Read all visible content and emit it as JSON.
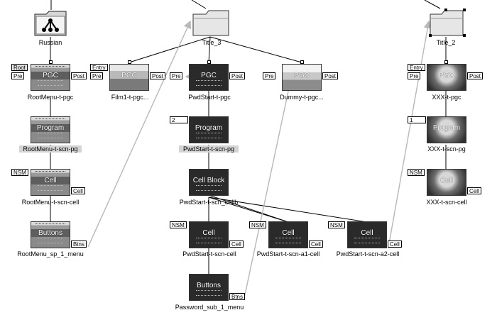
{
  "folders": {
    "russian": "Russian",
    "title3": "Title_3",
    "title2": "Title_2"
  },
  "nodes": {
    "rootmenu_pgc": {
      "caption": "PGC",
      "label": "RootMenu-t-pgc",
      "ports": [
        "Root",
        "Pre",
        "Post"
      ]
    },
    "film1_pgc": {
      "caption": "PGC",
      "label": "Film1-t-pgc...",
      "ports": [
        "Entry",
        "Pre",
        "Post"
      ]
    },
    "pwdstart_pgc": {
      "caption": "PGC",
      "label": "PwdStart-t-pgc",
      "ports": [
        "Pre",
        "Post"
      ]
    },
    "dummy_pgc": {
      "caption": "PGC",
      "label": "Dummy-t-pgc...",
      "ports": [
        "Pre",
        "Post"
      ]
    },
    "xxx_pgc": {
      "caption": "PGC",
      "label": "XXX-t-pgc",
      "ports": [
        "Entry",
        "Pre",
        "Post"
      ]
    },
    "rootmenu_pg": {
      "caption": "Program",
      "label": "RootMenu-t-scn-pg"
    },
    "pwdstart_pg": {
      "caption": "Program",
      "label": "PwdStart-t-scn-pg",
      "ports": [
        "2"
      ]
    },
    "xxx_pg": {
      "caption": "Program",
      "label": "XXX-t-scn-pg",
      "ports": [
        "1"
      ]
    },
    "rootmenu_cell": {
      "caption": "Cell",
      "label": "RootMenu-t-scn-cell",
      "ports": [
        "NSM",
        "Cell"
      ]
    },
    "pwdstart_cellblock": {
      "caption": "Cell Block",
      "label": "PwdStart-t-scn_cellb"
    },
    "xxx_cell": {
      "caption": "Cell",
      "label": "XXX-t-scn-cell",
      "ports": [
        "NSM",
        "Cell"
      ]
    },
    "rootmenu_buttons": {
      "caption": "Buttons",
      "label": "RootMenu_sp_1_menu",
      "ports": [
        "Btns"
      ]
    },
    "pwdstart_cell": {
      "caption": "Cell",
      "label": "PwdStart-t-scn-cell",
      "ports": [
        "NSM",
        "Cell"
      ]
    },
    "pwdstart_a1_cell": {
      "caption": "Cell",
      "label": "PwdStart-t-scn-a1-cell",
      "ports": [
        "NSM",
        "Cell"
      ]
    },
    "pwdstart_a2_cell": {
      "caption": "Cell",
      "label": "PwdStart-t-scn-a2-cell",
      "ports": [
        "NSM",
        "Cell"
      ]
    },
    "password_buttons": {
      "caption": "Buttons",
      "label": "Password_sub_1_menu",
      "ports": [
        "Btns"
      ]
    }
  }
}
